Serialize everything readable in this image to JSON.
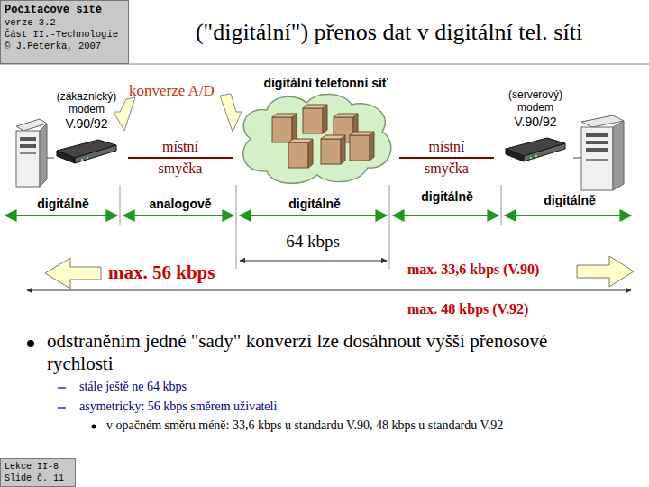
{
  "diagram": {
    "title": "(\"digitální\") přenos dat v digitální tel. síti",
    "nodes": [
      {
        "text": [
          "Počítačové sítě",
          "verze 3.2",
          "Část II.-Technologie",
          "© J.Peterka, 2007"
        ]
      },
      {
        "text": [
          "(\"digitální\") přenos dat v digitální tel. síti"
        ]
      },
      {
        "text": [
          "(zákaznický) modem",
          "V.90/92"
        ]
      },
      {
        "text": [
          "digitální telefonní síť"
        ]
      },
      {
        "text": [
          "(serverový) modem",
          "V.90/92"
        ]
      },
      {
        "text": [
          "Lekce II-8",
          "Slide č. 11"
        ]
      }
    ],
    "edges": [
      {
        "from": 2,
        "to": 3,
        "arrow": "none",
        "label": "místní smyčka"
      },
      {
        "from": 3,
        "to": 4,
        "arrow": "none",
        "label": "místní smyčka"
      }
    ],
    "labels": [
      "konverze A/D",
      "digitálně",
      "analogově",
      "digitálně",
      "digitálně",
      "digitálně",
      "64 kbps",
      "max. 56 kbps",
      "max. 33,6 kbps (V.90)",
      "max. 48 kbps (V.92)",
      "odstraněním jedné \"sady\" konverzí lze dosáhnout vyšší přenosové rychlosti",
      "stále ještě ne 64 kbps",
      "asymetricky: 56 kbps směrem uživateli",
      "v opačném směru méně: 33,6 kbps u standardu V.90, 48 kbps u standardu V.92"
    ]
  }
}
